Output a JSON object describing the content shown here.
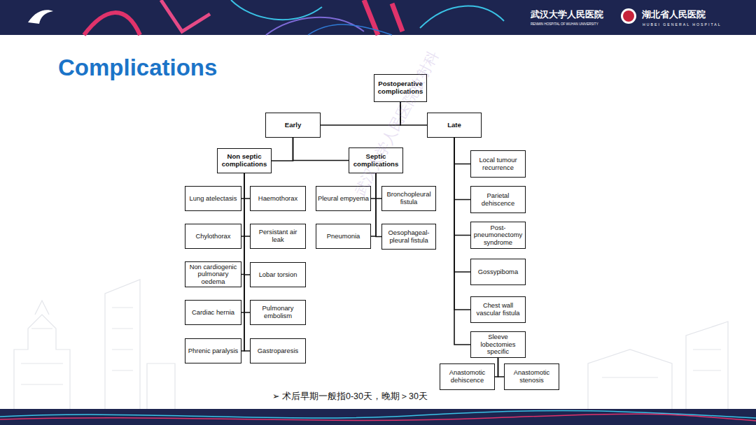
{
  "diagram": {
    "title": "Complications",
    "caption": "➢ 术后早期一般指0-30天，晚期＞30天",
    "nodes": [
      {
        "text": [
          "Postoperative complications"
        ]
      },
      {
        "text": [
          "Early"
        ]
      },
      {
        "text": [
          "Late"
        ]
      },
      {
        "text": [
          "Non septic complications"
        ]
      },
      {
        "text": [
          "Septic complications"
        ]
      },
      {
        "text": [
          "Lung atelectasis"
        ]
      },
      {
        "text": [
          "Haemothorax"
        ]
      },
      {
        "text": [
          "Chylothorax"
        ]
      },
      {
        "text": [
          "Persistant air leak"
        ]
      },
      {
        "text": [
          "Non cardiogenic pulmonary oedema"
        ]
      },
      {
        "text": [
          "Lobar torsion"
        ]
      },
      {
        "text": [
          "Cardiac hernia"
        ]
      },
      {
        "text": [
          "Pulmonary embolism"
        ]
      },
      {
        "text": [
          "Phrenic paralysis"
        ]
      },
      {
        "text": [
          "Gastroparesis"
        ]
      },
      {
        "text": [
          "Pleural empyema"
        ]
      },
      {
        "text": [
          "Bronchopleural fistula"
        ]
      },
      {
        "text": [
          "Pneumonia"
        ]
      },
      {
        "text": [
          "Oesophageal- pleural fistula"
        ]
      },
      {
        "text": [
          "Local tumour recurrence"
        ]
      },
      {
        "text": [
          "Parietal dehiscence"
        ]
      },
      {
        "text": [
          "Post- pneumonectomy syndrome"
        ]
      },
      {
        "text": [
          "Gossypiboma"
        ]
      },
      {
        "text": [
          "Chest wall vascular fistula"
        ]
      },
      {
        "text": [
          "Sleeve lobectomies specific"
        ]
      },
      {
        "text": [
          "Anastomotic dehiscence"
        ]
      },
      {
        "text": [
          "Anastomotic stenosis"
        ]
      }
    ],
    "edges": [
      {
        "from": 0,
        "to": 1,
        "arrow": "none"
      },
      {
        "from": 0,
        "to": 2,
        "arrow": "none"
      },
      {
        "from": 1,
        "to": 3,
        "arrow": "none"
      },
      {
        "from": 1,
        "to": 4,
        "arrow": "none"
      },
      {
        "from": 3,
        "to": 5,
        "arrow": "none"
      },
      {
        "from": 3,
        "to": 6,
        "arrow": "none"
      },
      {
        "from": 3,
        "to": 7,
        "arrow": "none"
      },
      {
        "from": 3,
        "to": 8,
        "arrow": "none"
      },
      {
        "from": 3,
        "to": 9,
        "arrow": "none"
      },
      {
        "from": 3,
        "to": 10,
        "arrow": "none"
      },
      {
        "from": 3,
        "to": 11,
        "arrow": "none"
      },
      {
        "from": 3,
        "to": 12,
        "arrow": "none"
      },
      {
        "from": 3,
        "to": 13,
        "arrow": "none"
      },
      {
        "from": 3,
        "to": 14,
        "arrow": "none"
      },
      {
        "from": 4,
        "to": 15,
        "arrow": "none"
      },
      {
        "from": 4,
        "to": 16,
        "arrow": "none"
      },
      {
        "from": 4,
        "to": 17,
        "arrow": "none"
      },
      {
        "from": 4,
        "to": 18,
        "arrow": "none"
      },
      {
        "from": 2,
        "to": 19,
        "arrow": "none"
      },
      {
        "from": 2,
        "to": 20,
        "arrow": "none"
      },
      {
        "from": 2,
        "to": 21,
        "arrow": "none"
      },
      {
        "from": 2,
        "to": 22,
        "arrow": "none"
      },
      {
        "from": 2,
        "to": 23,
        "arrow": "none"
      },
      {
        "from": 2,
        "to": 24,
        "arrow": "none"
      },
      {
        "from": 24,
        "to": 25,
        "arrow": "none"
      },
      {
        "from": 24,
        "to": 26,
        "arrow": "none"
      }
    ],
    "labels": [
      "武汉大学人民医院",
      "RENMIN HOSPITAL OF WUHAN UNIVERSITY",
      "湖北省人民医院",
      "HUBEI GENERAL HOSPITAL",
      "武汉大学人民医院放射科"
    ]
  }
}
